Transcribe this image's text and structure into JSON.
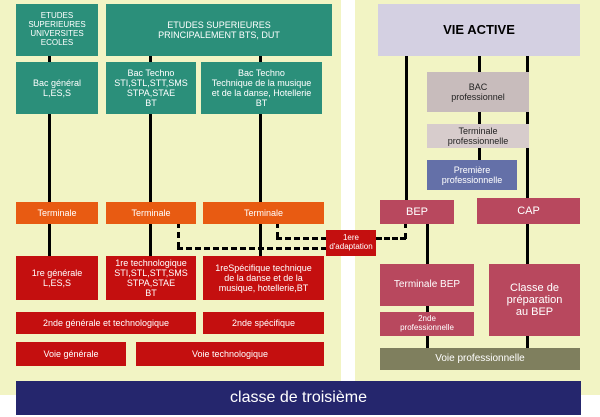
{
  "colors": {
    "panel_bg": "#f2f4c4",
    "higher_ed": "#2b8f7a",
    "terminale": "#e85b12",
    "lower_levels": "#c40f0f",
    "bep_cap": "#b8485e",
    "bac_pro": "#c8bcbc",
    "premiere_pro": "#6470a8",
    "vie_active": "#d4d0e2",
    "voie_pro": "#7f7f5e",
    "troisieme": "#25266d"
  },
  "higher_ed": {
    "schools": "ETUDES\nSUPERIEURES\nUNIVERSITES\nECOLES",
    "bts_dut": "ETUDES SUPERIEURES\nPRINCIPALEMENT BTS, DUT"
  },
  "bac": {
    "general": "Bac général\nL,ES,S",
    "techno": "Bac Techno\nSTI,STL,STT,SMS\nSTPA,STAE\nBT",
    "techno_music": "Bac Techno\nTechnique de la musique\net de la danse, Hotellerie\nBT"
  },
  "terminale": {
    "general": "Terminale",
    "techno": "Terminale",
    "specific": "Terminale"
  },
  "adaptation": "1ere\nd'adaptation",
  "premiere": {
    "general": "1re générale\nL,ES,S",
    "techno": "1re technologique\nSTI,STL,STT,SMS\nSTPA,STAE\nBT",
    "specific": "1reSpécifique technique\nde la danse et de la\nmusique, hotellerie,BT"
  },
  "seconde": {
    "general_techno": "2nde générale et technologique",
    "specific": "2nde spécifique"
  },
  "voies": {
    "generale": "Voie générale",
    "technologique": "Voie technologique",
    "professionnelle": "Voie professionnelle"
  },
  "vie_active": "VIE ACTIVE",
  "pro": {
    "bac_pro": "BAC\nprofessionnel",
    "terminale_pro": "Terminale\nprofessionnelle",
    "premiere_pro": "Première\nprofessionnelle",
    "bep": "BEP",
    "cap": "CAP",
    "terminale_bep": "Terminale BEP",
    "prep_bep": "Classe de\npréparation\nau BEP",
    "seconde_pro": "2nde\nprofessionnelle"
  },
  "troisieme": "classe de troisième"
}
